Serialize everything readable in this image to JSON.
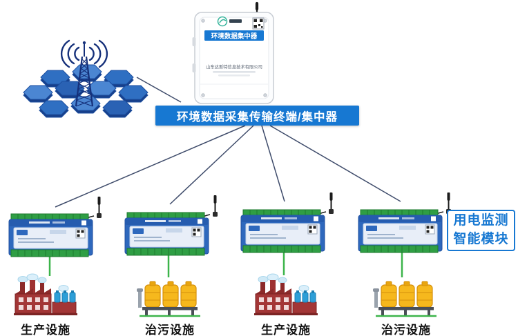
{
  "banner": {
    "label": "环境数据采集传输终端/集中器"
  },
  "concentrator": {
    "label": "环境数据集中器",
    "company": "山东达斯特信息技术有限公司"
  },
  "side_box": {
    "lines": [
      "用电监测",
      "智能模块"
    ]
  },
  "facilities": [
    {
      "label": "生产设施",
      "type": "production"
    },
    {
      "label": "治污设施",
      "type": "pollution"
    },
    {
      "label": "生产设施",
      "type": "production"
    },
    {
      "label": "治污设施",
      "type": "pollution"
    }
  ],
  "colors": {
    "banner_blue": "#1778d2",
    "module_blue": "#2e68bd",
    "terminal_green": "#2f9e44",
    "connector_green": "#3cb44a",
    "line_color": "#3f4c6b",
    "tank_yellow": "#f6b81d",
    "factory_red": "#a33636",
    "hex_blue": "#2f6fc2"
  }
}
